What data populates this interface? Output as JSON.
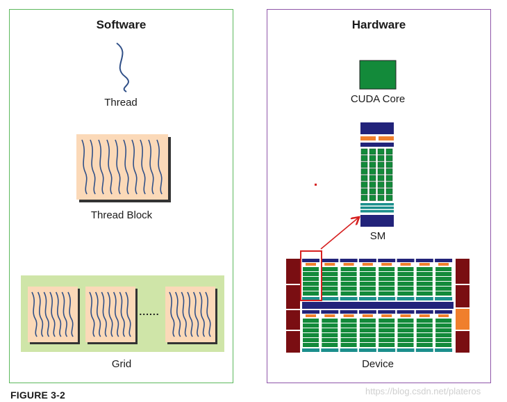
{
  "software": {
    "title": "Software",
    "thread_label": "Thread",
    "block_label": "Thread Block",
    "grid_label": "Grid",
    "ellipsis": "......"
  },
  "hardware": {
    "title": "Hardware",
    "core_label": "CUDA Core",
    "sm_label": "SM",
    "device_label": "Device"
  },
  "caption": "FIGURE 3-2",
  "watermark": "https://blog.csdn.net/plateros",
  "colors": {
    "software_border": "#5cb85c",
    "hardware_border": "#8e54a8",
    "thread_stroke": "#2f4f87",
    "block_fill": "#fbd9b8",
    "grid_fill": "#cfe5a8",
    "core_fill": "#138a3a",
    "sm_navy": "#22237a",
    "sm_orange": "#f07f2c",
    "sm_teal": "#1b8f8c",
    "device_red": "#7a0e12",
    "highlight_red": "#d62020"
  }
}
